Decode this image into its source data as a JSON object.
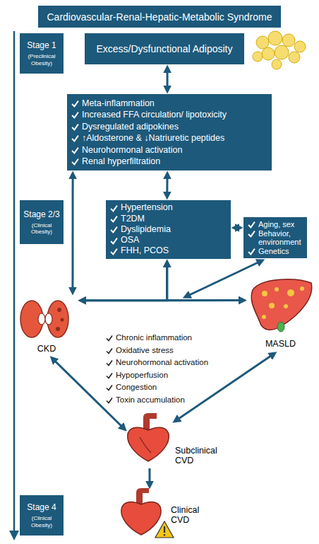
{
  "diagram": {
    "title": "Cardiovascular-Renal-Hepatic-Metabolic Syndrome",
    "nodes": [
      {
        "text": [
          "Stage 1",
          "(Preclinical Obesity)"
        ]
      },
      {
        "text": [
          "Excess/Dysfunctional Adiposity"
        ]
      },
      {
        "text": [
          "Meta-inflammation",
          "Increased FFA circulation/ lipotoxicity",
          "Dysregulated adipokines",
          "↑Aldosterone & ↓Natriuretic peptides",
          "Neurohormonal activation",
          "Renal hyperfiltration"
        ]
      },
      {
        "text": [
          "Stage 2/3",
          "(Clinical Obesity)"
        ]
      },
      {
        "text": [
          "Hypertension",
          "T2DM",
          "Dyslipidemia",
          "OSA",
          "FHH, PCOS"
        ]
      },
      {
        "text": [
          "Aging, sex",
          "Behavior, environment",
          "Genetics"
        ]
      },
      {
        "text": [
          "CKD"
        ]
      },
      {
        "text": [
          "MASLD"
        ]
      },
      {
        "text": [
          "Subclinical CVD"
        ]
      },
      {
        "text": [
          "Stage 4",
          "(Clinical Obesity)"
        ]
      },
      {
        "text": [
          "Clinical CVD"
        ]
      }
    ],
    "edges": [
      {
        "from": 1,
        "to": 2,
        "arrow": "both"
      },
      {
        "from": 2,
        "to": 4,
        "arrow": "both"
      },
      {
        "from": 4,
        "to": 5,
        "arrow": "both"
      },
      {
        "from": 2,
        "to": 6,
        "arrow": "both"
      },
      {
        "from": 4,
        "to": 6,
        "arrow": "both"
      },
      {
        "from": 4,
        "to": 7,
        "arrow": "both"
      },
      {
        "from": 6,
        "to": 7,
        "arrow": "both"
      },
      {
        "from": 6,
        "to": 8,
        "arrow": "both"
      },
      {
        "from": 7,
        "to": 8,
        "arrow": "both"
      },
      {
        "from": 8,
        "to": 10,
        "arrow": "to"
      }
    ],
    "labels": [
      "Chronic inflammation",
      "Oxidative stress",
      "Neurohormonal activation",
      "Hypoperfusion",
      "Congestion",
      "Toxin accumulation"
    ]
  }
}
